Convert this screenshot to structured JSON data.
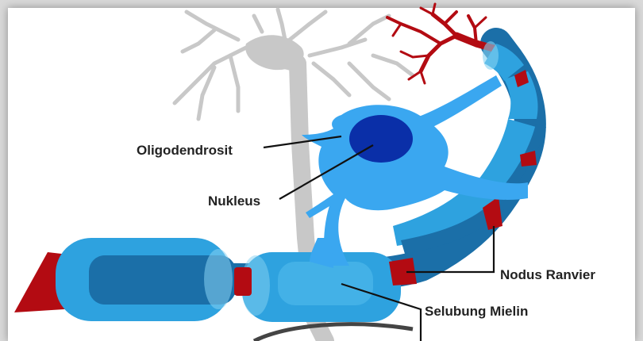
{
  "labels": {
    "oligodendrocyte": "Oligodendrosit",
    "nucleus": "Nukleus",
    "node_of_ranvier": "Nodus Ranvier",
    "myelin_sheath": "Selubung Mielin"
  },
  "colors": {
    "background": "#ffffff",
    "background_neuron": "#c8c8c8",
    "axon_red": "#b30b12",
    "myelin_blue": "#2ea2df",
    "myelin_dark": "#1b6fa8",
    "myelin_light": "#86d2f2",
    "oligodendrocyte_blue": "#3aa7f0",
    "nucleus_navy": "#0a2fa8",
    "dendrite_red": "#b30b12"
  },
  "icons": {
    "oligodendrocyte": "oligodendrocyte-cell",
    "nucleus": "nucleus-ellipse",
    "axon": "axon-tube",
    "myelin": "myelin-segment",
    "dendrite": "dendrite-tree"
  }
}
